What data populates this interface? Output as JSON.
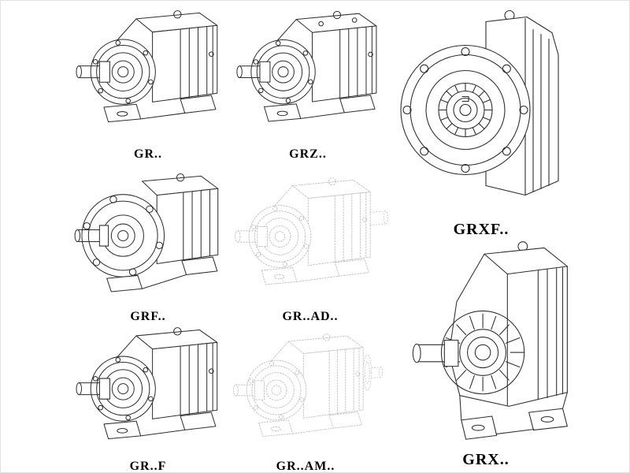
{
  "page": {
    "background": "#ffffff",
    "description": "Catalog sheet of GR-series helical gear reducer technical line drawings"
  },
  "colors": {
    "line": "#2f2f2f",
    "phantom_line": "#c4c4c4",
    "background": "#ffffff"
  },
  "figures": [
    {
      "id": "gr",
      "label": "GR..",
      "style": "solid",
      "view": "foot-mounted side view"
    },
    {
      "id": "grz",
      "label": "GRZ..",
      "style": "solid",
      "view": "foot-mounted side view"
    },
    {
      "id": "grxf",
      "label": "GRXF..",
      "style": "solid",
      "view": "flange front view"
    },
    {
      "id": "grf",
      "label": "GRF..",
      "style": "solid",
      "view": "flange-mounted side view"
    },
    {
      "id": "grad",
      "label": "GR..AD..",
      "style": "phantom",
      "view": "with input adapter, phantom lines"
    },
    {
      "id": "grff",
      "label": "GR..F",
      "style": "solid",
      "view": "foot-mounted side view"
    },
    {
      "id": "gram",
      "label": "GR..AM..",
      "style": "phantom",
      "view": "with motor adapter flange, phantom lines"
    },
    {
      "id": "grx",
      "label": "GRX..",
      "style": "solid",
      "view": "large foot-mounted 3/4 view"
    }
  ]
}
